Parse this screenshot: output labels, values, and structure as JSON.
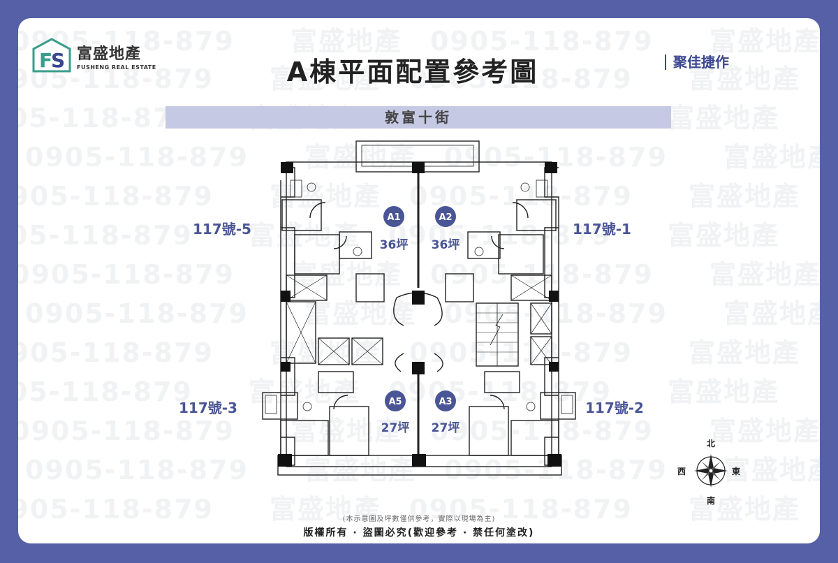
{
  "logo": {
    "name_cn": "富盛地產",
    "name_en": "FUSHENG REAL ESTATE"
  },
  "title": "A棟平面配置參考圖",
  "tagline": "聚佳捷作",
  "street": "敦富十街",
  "watermark": {
    "text_a": "富盛地產",
    "text_b": "0905-118-879"
  },
  "units": [
    {
      "id": "A1",
      "area": "36坪"
    },
    {
      "id": "A2",
      "area": "36坪"
    },
    {
      "id": "A5",
      "area": "27坪"
    },
    {
      "id": "A3",
      "area": "27坪"
    }
  ],
  "addresses": {
    "top_left": "117號-5",
    "top_right": "117號-1",
    "bottom_left": "117號-3",
    "bottom_right": "117號-2"
  },
  "compass": {
    "north": "北",
    "south": "南",
    "east": "東",
    "west": "西"
  },
  "footer": {
    "note": "(本示意圖及坪數僅供參考，實際以現場為主)",
    "copyright": "版權所有 · 盜圖必究(歡迎參考 · 禁任何塗改)"
  },
  "colors": {
    "border": "#5560a6",
    "accent": "#4a5596",
    "street_bar": "#c5c9e4"
  }
}
